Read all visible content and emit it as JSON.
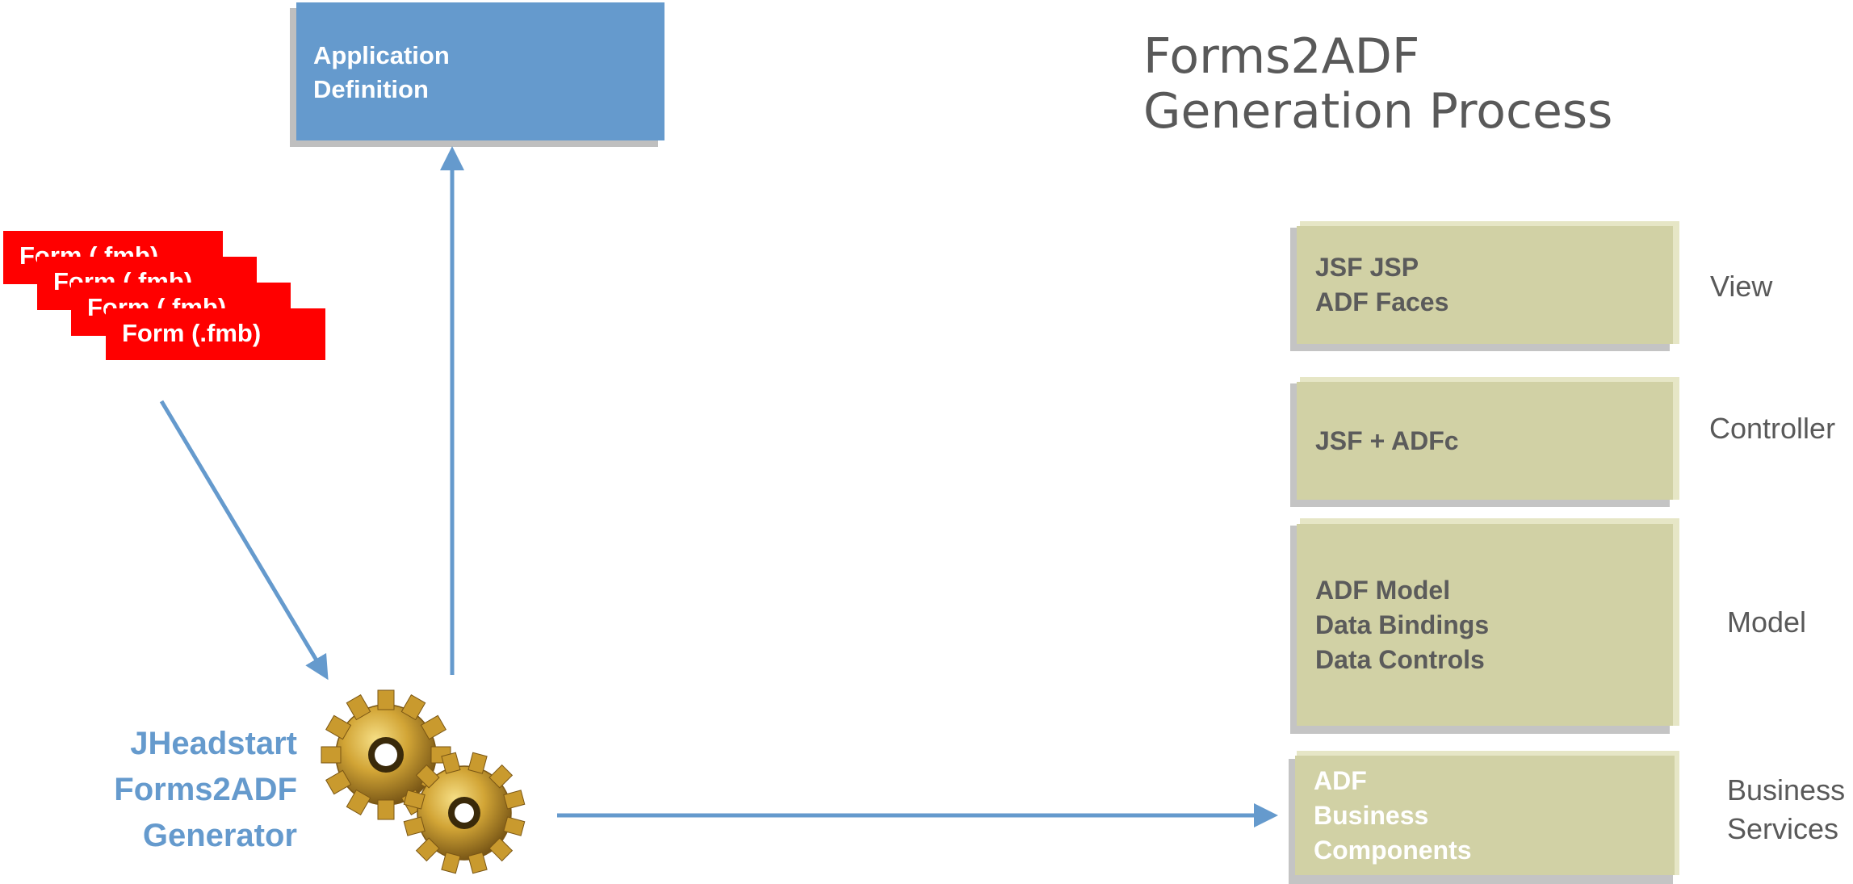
{
  "title": {
    "line1": "Forms2ADF",
    "line2": "Generation Process"
  },
  "app_definition": {
    "line1": "Application",
    "line2": "Definition"
  },
  "forms": [
    "Form (.fmb)",
    "Form (.fmb)",
    "Form (.fmb)",
    "Form (.fmb)"
  ],
  "generator": {
    "line1": "JHeadstart",
    "line2": "Forms2ADF",
    "line3": "Generator",
    "icon": "gears-icon"
  },
  "layers": [
    {
      "lines": [
        "JSF JSP",
        "ADF Faces"
      ],
      "side": [
        "View"
      ]
    },
    {
      "lines": [
        "JSF + ADFc"
      ],
      "side": [
        "Controller"
      ]
    },
    {
      "lines": [
        "ADF Model",
        "Data Bindings",
        "Data Controls"
      ],
      "side": [
        "Model"
      ]
    },
    {
      "lines": [
        "ADF",
        "Business",
        "Components"
      ],
      "side": [
        "Business",
        "Services"
      ]
    }
  ],
  "colors": {
    "arrow": "#659acd",
    "app_box": "#659acd",
    "form_card": "#ff0000",
    "layer_box": "#d1d1a5",
    "gear": "#c99a2e"
  }
}
